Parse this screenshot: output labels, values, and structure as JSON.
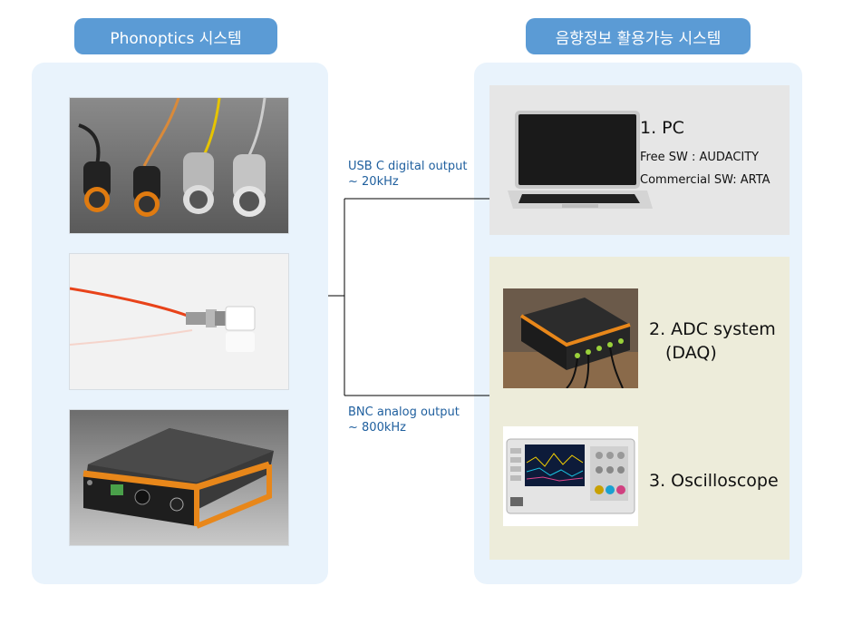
{
  "left_title": "Phonoptics 시스템",
  "right_title": "음향정보 활용가능 시스템",
  "connections": {
    "digital": {
      "line1": "USB C digital output",
      "line2": "~ 20kHz"
    },
    "analog": {
      "line1": "BNC analog output",
      "line2": "~ 800kHz"
    }
  },
  "systems": {
    "pc": {
      "title": "1. PC",
      "sw_free": "Free SW : AUDACITY",
      "sw_commercial": "Commercial SW: ARTA"
    },
    "daq": {
      "title_line1": "2. ADC system",
      "title_line2": "(DAQ)"
    },
    "scope": {
      "title": "3. Oscilloscope"
    }
  },
  "images": [
    {
      "name": "fiber-optic-sensors-photo",
      "subject": "fiber optic microphone sensors"
    },
    {
      "name": "fiber-probe-photo",
      "subject": "fiber probe with red cable"
    },
    {
      "name": "interrogator-unit-photo",
      "subject": "orange interrogator box"
    },
    {
      "name": "laptop-photo",
      "subject": "laptop"
    },
    {
      "name": "daq-device-photo",
      "subject": "DAQ device"
    },
    {
      "name": "oscilloscope-photo",
      "subject": "oscilloscope"
    }
  ],
  "colors": {
    "title_pill": "#5b9bd5",
    "panel": "#e9f3fc",
    "pc_box": "#e6e6e6",
    "instruments_box": "#edecda",
    "label_text": "#1f5f9e",
    "line": "#000000"
  }
}
